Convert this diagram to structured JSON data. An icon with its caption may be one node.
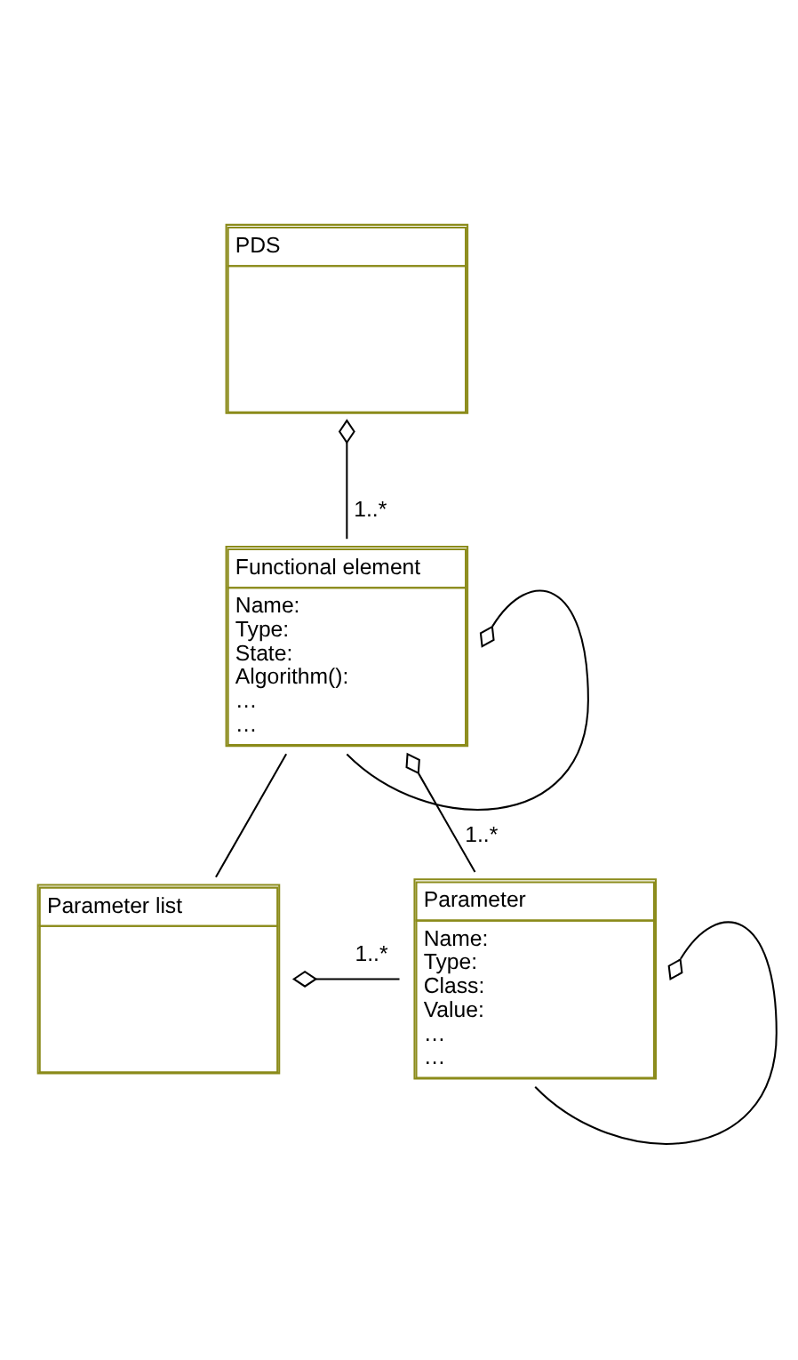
{
  "diagram": {
    "nodes": [
      {
        "text": [
          "PDS"
        ]
      },
      {
        "text": [
          "Functional element",
          "Name:",
          "Type:",
          "State:",
          "Algorithm():",
          "…",
          "…"
        ]
      },
      {
        "text": [
          "Parameter list"
        ]
      },
      {
        "text": [
          "Parameter",
          "Name:",
          "Type:",
          "Class:",
          "Value:",
          "…",
          "…"
        ]
      }
    ],
    "edges": [
      {
        "from": 0,
        "to": 1,
        "arrow": "other",
        "label": "1..*"
      },
      {
        "from": 1,
        "to": 1,
        "arrow": "other"
      },
      {
        "from": 1,
        "to": 2,
        "arrow": "none"
      },
      {
        "from": 1,
        "to": 3,
        "arrow": "other",
        "label": "1..*"
      },
      {
        "from": 2,
        "to": 3,
        "arrow": "other",
        "label": "1..*"
      },
      {
        "from": 3,
        "to": 3,
        "arrow": "other"
      }
    ]
  }
}
